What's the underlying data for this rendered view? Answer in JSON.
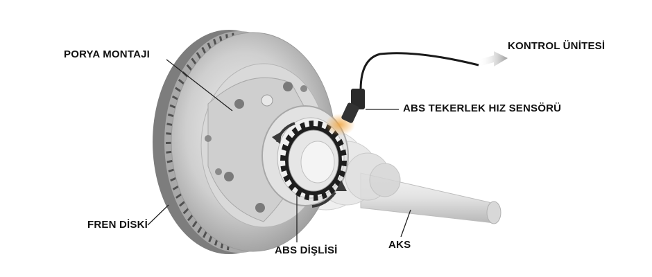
{
  "labels": {
    "porya_montaji": "PORYA MONTAJI",
    "kontrol_unitesi": "KONTROL ÜNİTESİ",
    "abs_sensor": "ABS TEKERLEK HIZ SENSÖRÜ",
    "fren_diski": "FREN DİSKİ",
    "abs_disli": "ABS DİŞLİSİ",
    "aks": "AKS"
  },
  "colors": {
    "leader_line": "#222222",
    "disc_body": "#c9c9c9",
    "disc_shadow": "#8c8c8c",
    "metal_light": "#e6e6e6",
    "sensor_cable": "#1a1a1a",
    "sensor_glow": "#e8a040",
    "rotation_arrow": "#3a3a3a"
  },
  "icons": [
    "rotation-arrow-icon",
    "signal-arrow-icon"
  ]
}
